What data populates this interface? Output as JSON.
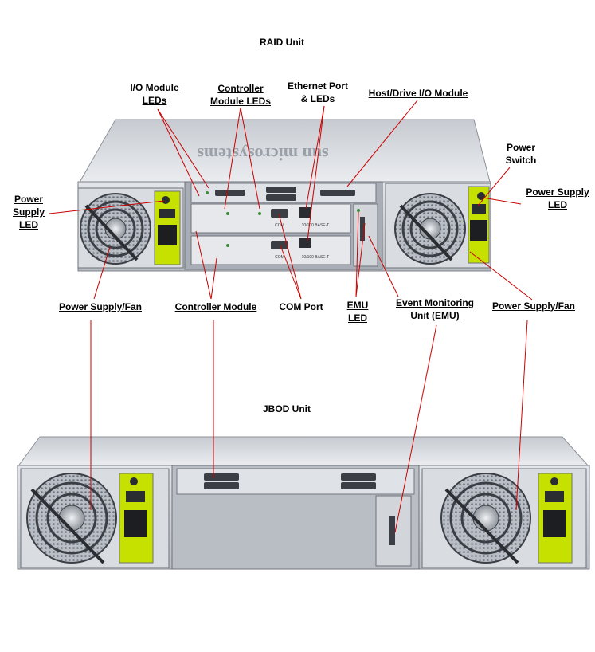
{
  "titles": {
    "raid": "RAID Unit",
    "jbod": "JBOD Unit"
  },
  "labels": {
    "io_module_leds": [
      "I/O Module",
      "LEDs"
    ],
    "controller_module_leds": [
      "Controller",
      "Module LEDs"
    ],
    "ethernet_port_leds": [
      "Ethernet Port",
      "& LEDs"
    ],
    "host_drive_io_module": [
      "Host/Drive I/O Module"
    ],
    "power_switch": [
      "Power",
      "Switch"
    ],
    "power_supply_led_left": [
      "Power",
      "Supply",
      "LED"
    ],
    "power_supply_led_right": [
      "Power Supply",
      "LED"
    ],
    "power_supply_fan_left": [
      "Power Supply/Fan"
    ],
    "controller_module": [
      "Controller Module"
    ],
    "com_port": [
      "COM Port"
    ],
    "emu_led": [
      "EMU",
      "LED"
    ],
    "event_monitoring_unit": [
      "Event Monitoring",
      "Unit (EMU)"
    ],
    "power_supply_fan_right": [
      "Power Supply/Fan"
    ]
  },
  "device_text": {
    "raid_port_label_1": "10/100 BASE-T",
    "raid_port_label_2": "10/100 BASE-T",
    "raid_com_label_1": "COM",
    "raid_com_label_2": "COM",
    "raid_logo": "sun microsystems"
  },
  "colors": {
    "leader_line": "#cc0000",
    "chassis_light": "#d8dbe0",
    "chassis_dark": "#7d828a",
    "psu_latch": "#c6e000",
    "text": "#000000"
  }
}
